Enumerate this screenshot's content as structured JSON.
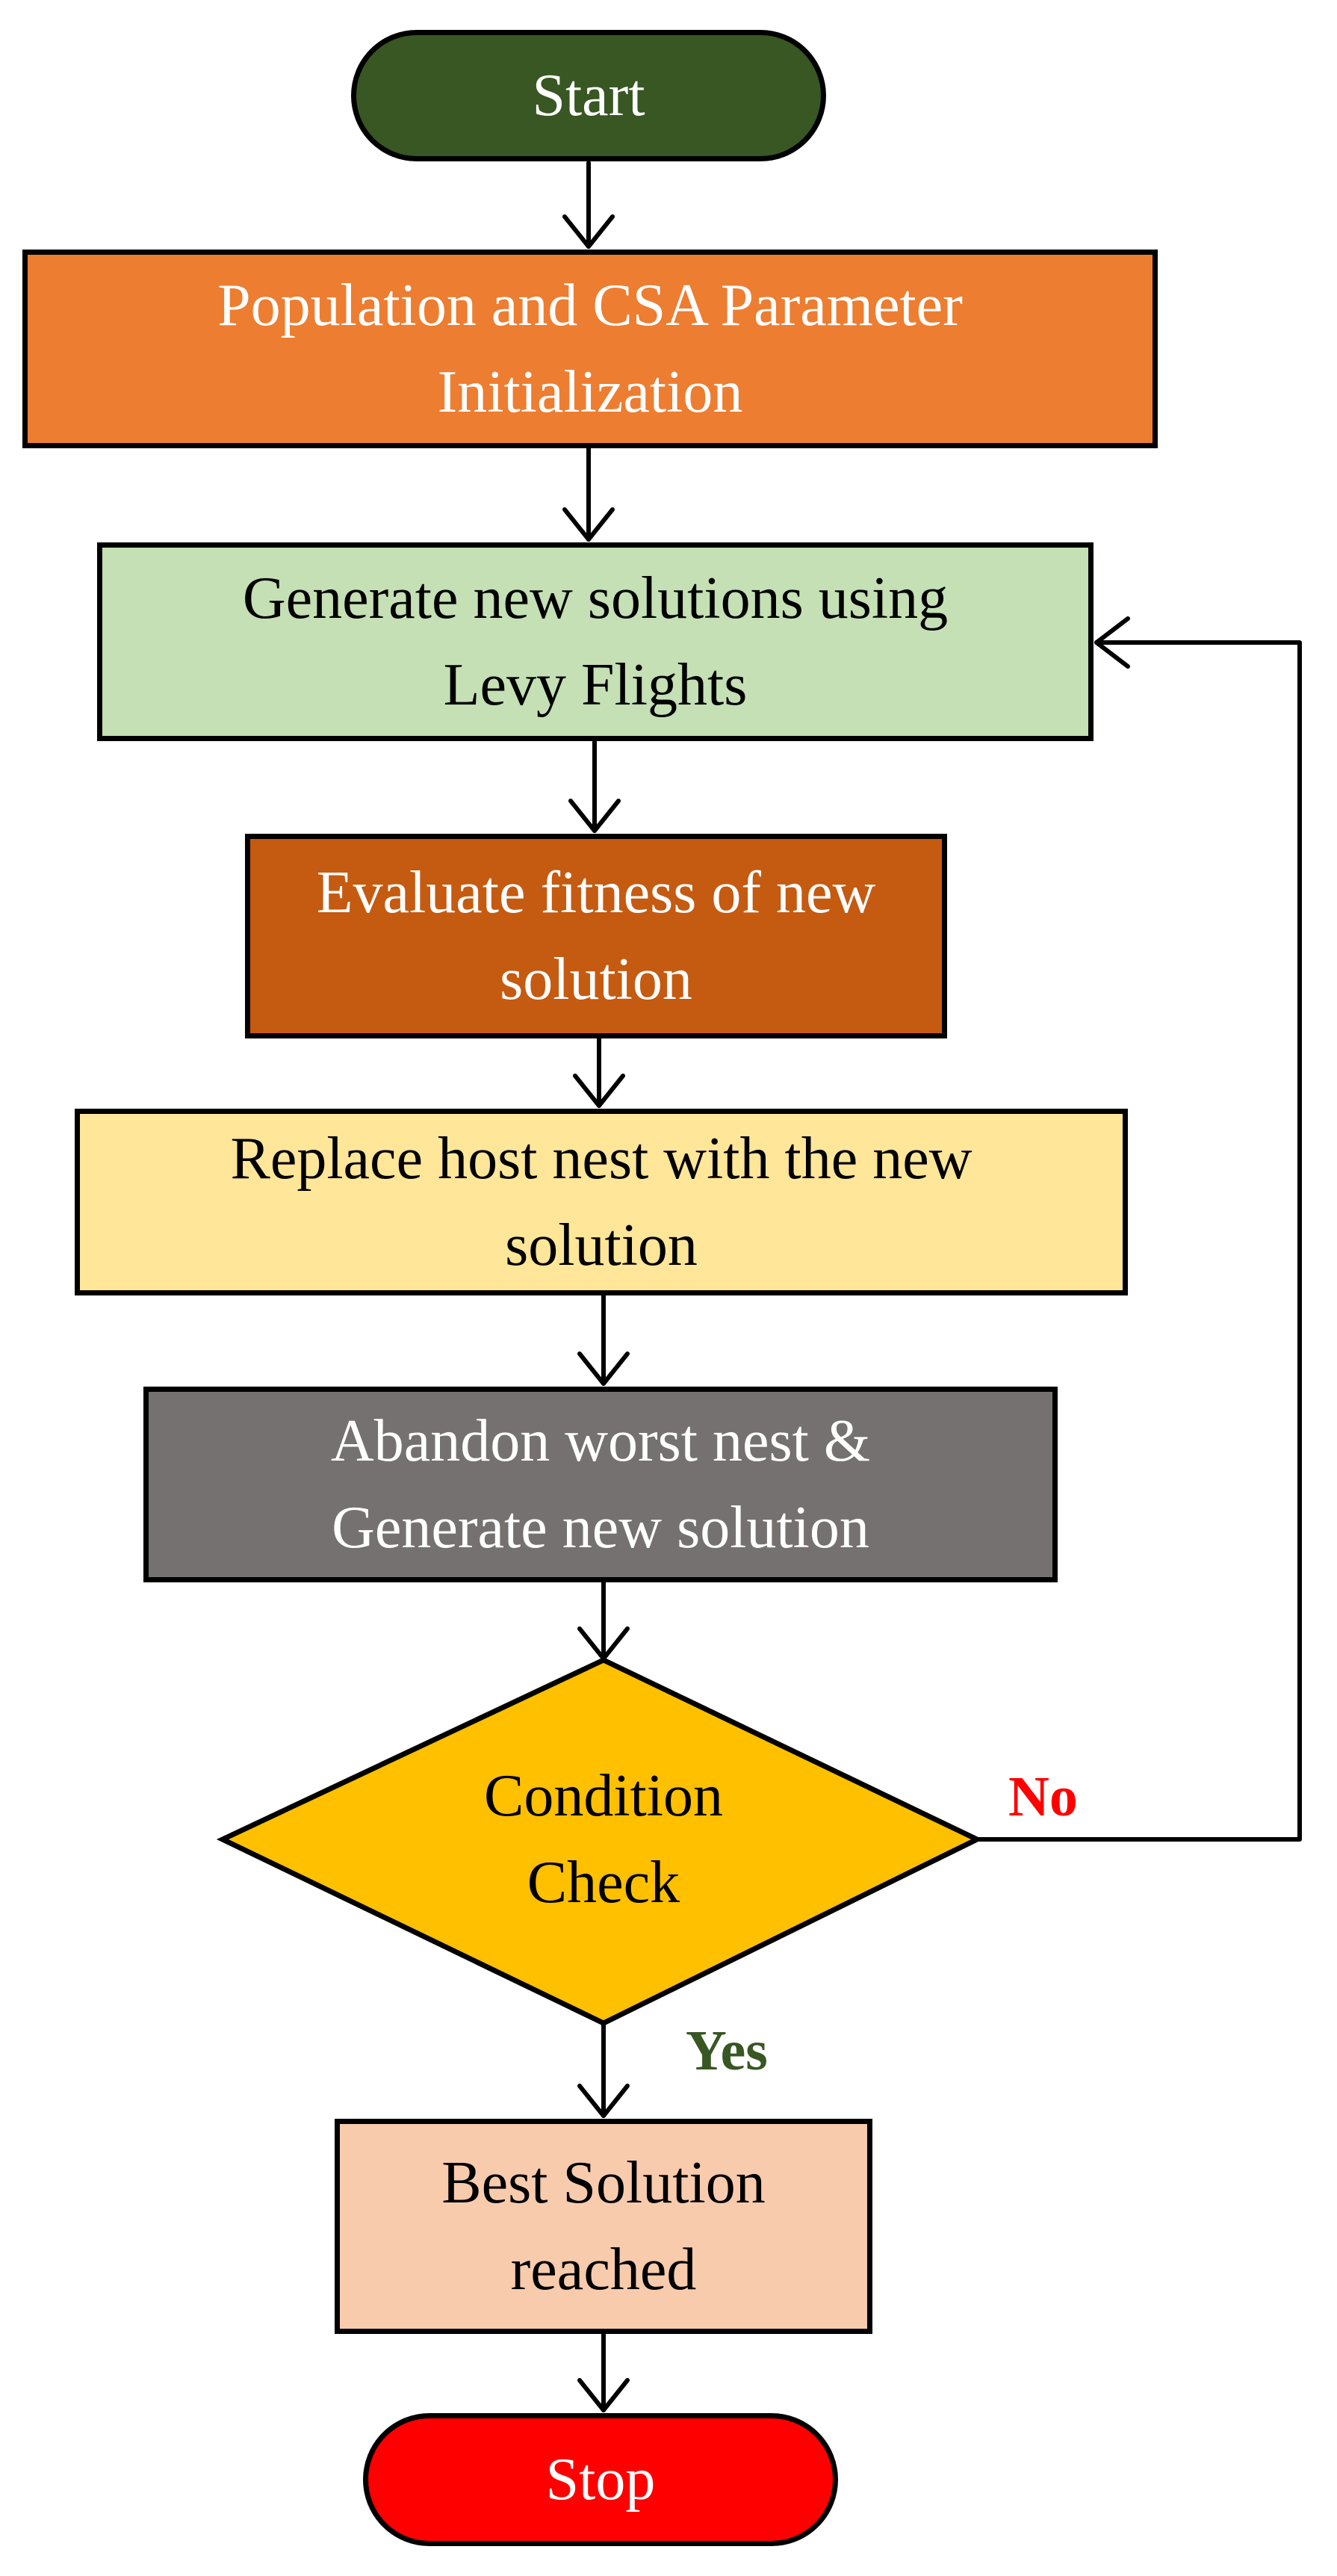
{
  "colors": {
    "start_fill": "#385723",
    "init_fill": "#ED7D31",
    "generate_fill": "#C5E0B4",
    "evaluate_fill": "#C55A11",
    "replace_fill": "#FFE699",
    "abandon_fill": "#767171",
    "condition_fill": "#FFC000",
    "best_fill": "#F8CBAD",
    "stop_fill": "#FF0000",
    "no_label": "#FF0000",
    "yes_label": "#385723",
    "stroke": "#000000"
  },
  "nodes": {
    "start": "Start",
    "init": "Population and CSA Parameter\nInitialization",
    "generate": "Generate new solutions using\nLevy Flights",
    "evaluate": "Evaluate fitness of new\nsolution",
    "replace": "Replace host nest with the new\nsolution",
    "abandon": "Abandon worst nest &\nGenerate new solution",
    "condition": "Condition\nCheck",
    "best": "Best Solution\nreached",
    "stop": "Stop"
  },
  "edges": {
    "no": "No",
    "yes": "Yes"
  }
}
